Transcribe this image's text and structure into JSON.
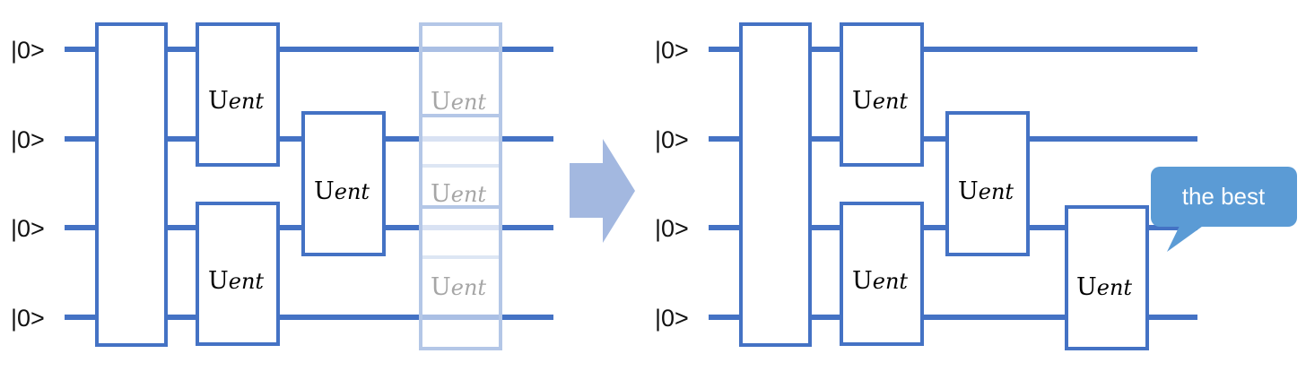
{
  "colors": {
    "wire": "#4472c4",
    "faded_wire": "#b4c7e7",
    "arrow": "#a3b8e0",
    "callout": "#5b9bd5",
    "faded_text": "#a6a6a6",
    "text": "#111111"
  },
  "left_circuit": {
    "inputs": [
      "|0>",
      "|0>",
      "|0>",
      "|0>"
    ],
    "gates": [
      {
        "main": "U",
        "sub": "ent"
      },
      {
        "main": "U",
        "sub": "ent"
      },
      {
        "main": "U",
        "sub": "ent"
      }
    ],
    "faded_gates": [
      {
        "main": "U",
        "sub": "ent"
      },
      {
        "main": "U",
        "sub": "ent"
      },
      {
        "main": "U",
        "sub": "ent"
      }
    ]
  },
  "right_circuit": {
    "inputs": [
      "|0>",
      "|0>",
      "|0>",
      "|0>"
    ],
    "gates": [
      {
        "main": "U",
        "sub": "ent"
      },
      {
        "main": "U",
        "sub": "ent"
      },
      {
        "main": "U",
        "sub": "ent"
      },
      {
        "main": "U",
        "sub": "ent"
      }
    ],
    "callout": "the best"
  }
}
